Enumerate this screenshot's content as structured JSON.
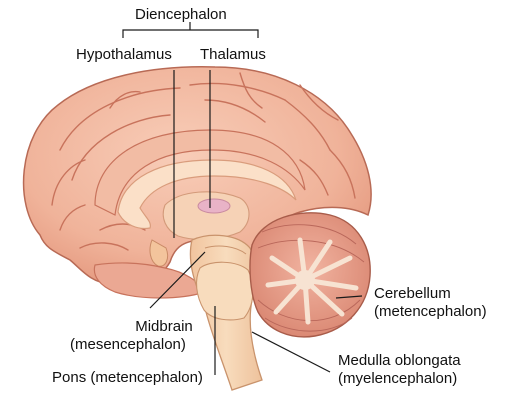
{
  "labels": {
    "diencephalon": "Diencephalon",
    "hypothalamus": "Hypothalamus",
    "thalamus": "Thalamus",
    "cerebellum": "Cerebellum",
    "cerebellum_sub": "(metencephalon)",
    "midbrain": "Midbrain",
    "midbrain_sub": "(mesencephalon)",
    "pons": "Pons (metencephalon)",
    "medulla": "Medulla oblongata",
    "medulla_sub": "(myelencephalon)"
  },
  "colors": {
    "cortex": "#f3b9a2",
    "cortex_shade": "#e59a80",
    "sulcus": "#c8735c",
    "corpus_callosum": "#fbe0c8",
    "brainstem": "#f6d5b2",
    "cerebellum": "#e89b86",
    "arbor_vitae": "#fbe6d4",
    "leader": "#1a1a1a"
  }
}
